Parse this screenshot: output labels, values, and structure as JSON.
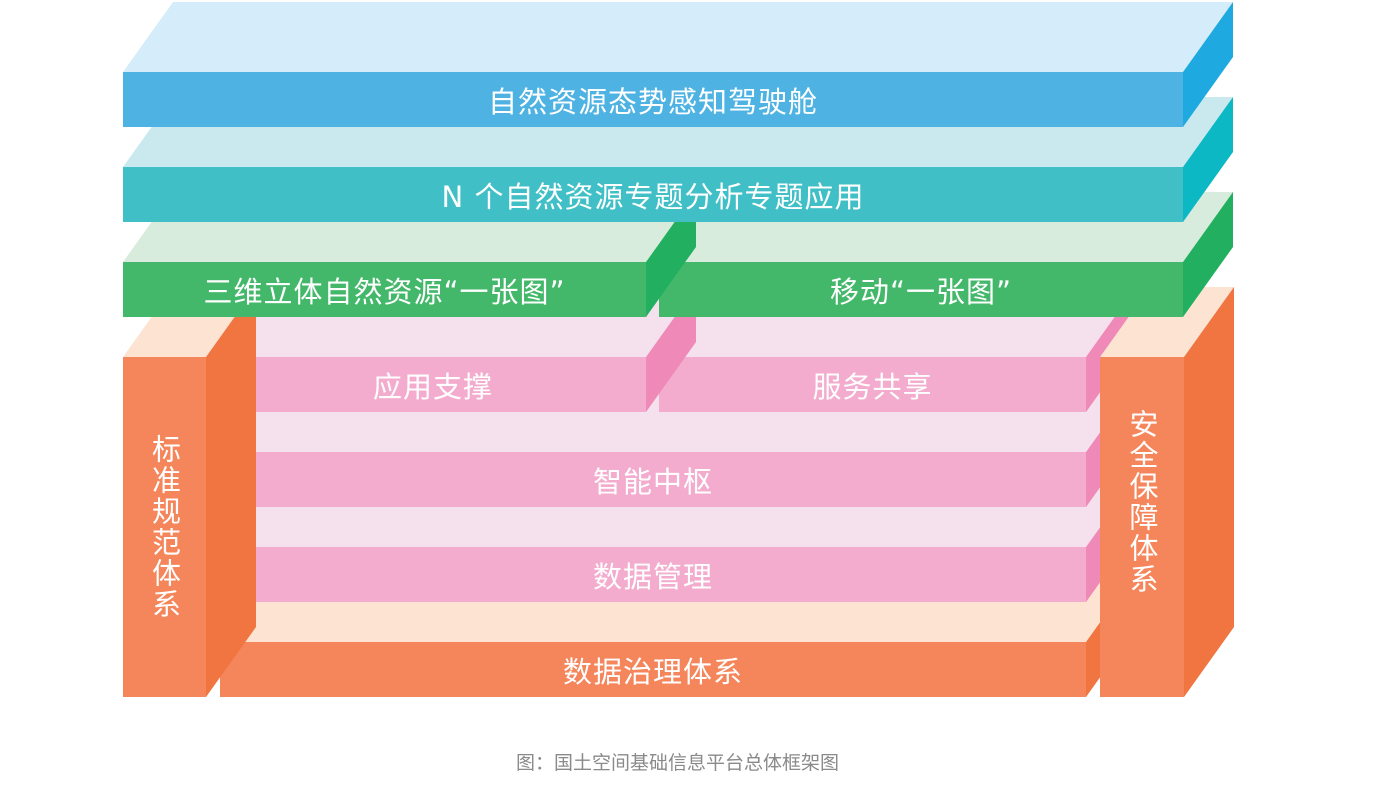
{
  "layers": {
    "cockpit": "自然资源态势感知驾驶舱",
    "thematic": "N 个自然资源专题分析专题应用",
    "map3d": "三维立体自然资源“一张图”",
    "mobile": "移动“一张图”",
    "app_support": "应用支撑",
    "service_share": "服务共享",
    "hub": "智能中枢",
    "data_mgmt": "数据管理",
    "data_gov": "数据治理体系",
    "standards": "标准规范体系",
    "security": "安全保障体系"
  },
  "caption": "图：国土空间基础信息平台总体框架图",
  "colors": {
    "blue": [
      "#4eb3e3",
      "#d5edfa",
      "#1ea9e0"
    ],
    "teal": [
      "#41bfc6",
      "#c9e9ef",
      "#0bb8c4"
    ],
    "green": [
      "#44b86a",
      "#d8ecdd",
      "#22b060"
    ],
    "pink": [
      "#f3acce",
      "#f5e1ee",
      "#ef89b7"
    ],
    "orange": [
      "#f5855a",
      "#fde3d2",
      "#f07540"
    ]
  }
}
